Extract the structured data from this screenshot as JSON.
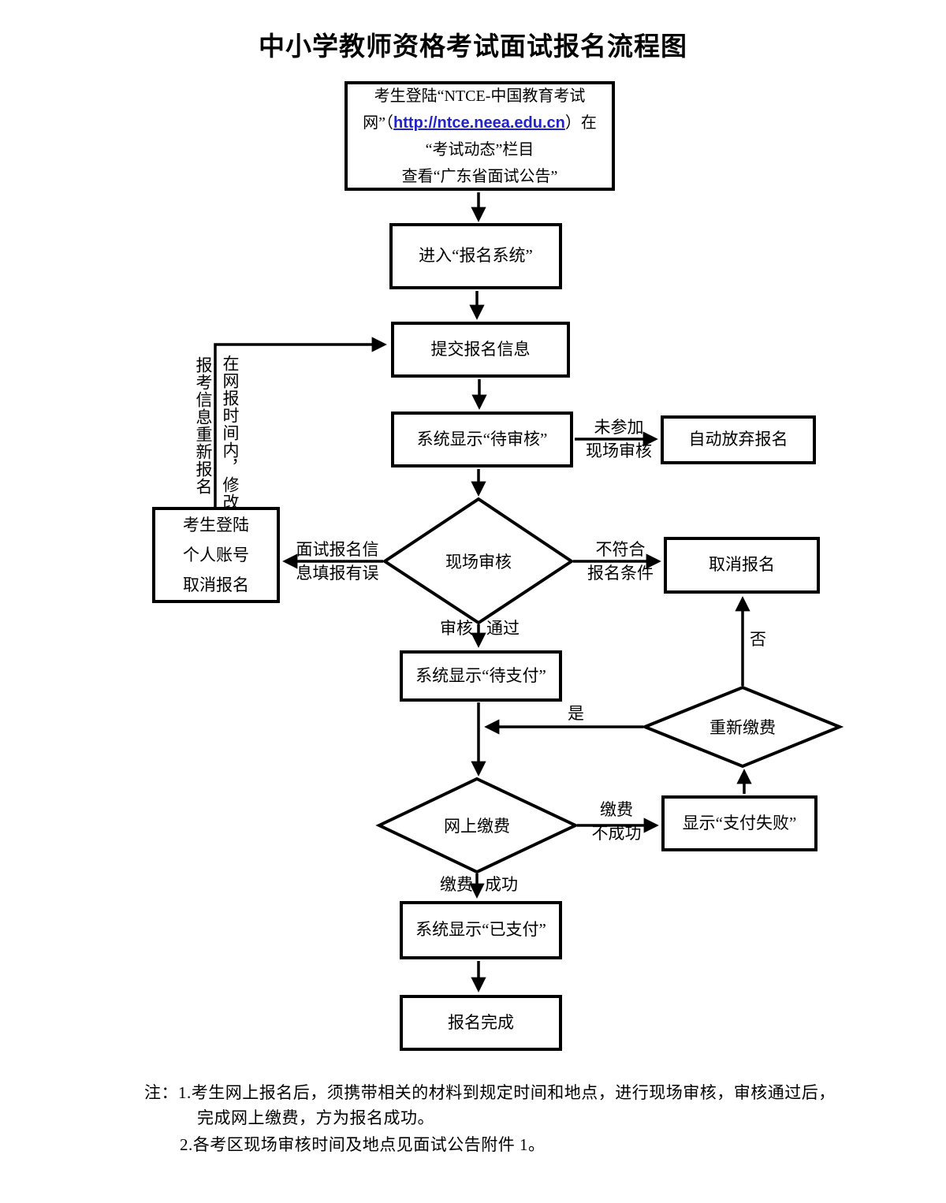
{
  "title": "中小学教师资格考试面试报名流程图",
  "nodes": {
    "start": {
      "l1": "考生登陆“NTCE-中国教育考试",
      "l2a": "网”（",
      "url": "http://ntce.neea.edu.cn",
      "l2b": "）在",
      "l3": "“考试动态”栏目",
      "l4": "查看“广东省面试公告”"
    },
    "enter_system": "进入“报名系统”",
    "submit_info": "提交报名信息",
    "pending_review": "系统显示“待审核”",
    "auto_abandon": "自动放弃报名",
    "onsite_review": "现场审核",
    "cancel_login": {
      "l1": "考生登陆",
      "l2": "个人账号",
      "l3": "取消报名"
    },
    "cancel_reg": "取消报名",
    "pending_pay": "系统显示“待支付”",
    "repay": "重新缴费",
    "online_pay": "网上缴费",
    "pay_fail": "显示“支付失败”",
    "paid": "系统显示“已支付”",
    "complete": "报名完成"
  },
  "edge_labels": {
    "not_attend_l1": "未参加",
    "not_attend_l2": "现场审核",
    "info_error_l1": "面试报名信",
    "info_error_l2": "息填报有误",
    "not_qualified_l1": "不符合",
    "not_qualified_l2": "报名条件",
    "review": "审核",
    "pass": "通过",
    "yes": "是",
    "no": "否",
    "fee": "缴费",
    "fail": "不成功",
    "fee2": "缴费",
    "success": "成功",
    "modify_right_col": "在网报时间内，修改",
    "modify_left_col": "报考信息重新报名"
  },
  "notes": {
    "label": "注：",
    "line1": "1.考生网上报名后，须携带相关的材料到规定时间和地点，进行现场审核，审核通过后，",
    "line2": "完成网上缴费，方为报名成功。",
    "line3": "2.各考区现场审核时间及地点见面试公告附件 1。"
  },
  "colors": {
    "line": "#000000",
    "link": "#2222cc",
    "background": "#ffffff",
    "text": "#000000"
  }
}
